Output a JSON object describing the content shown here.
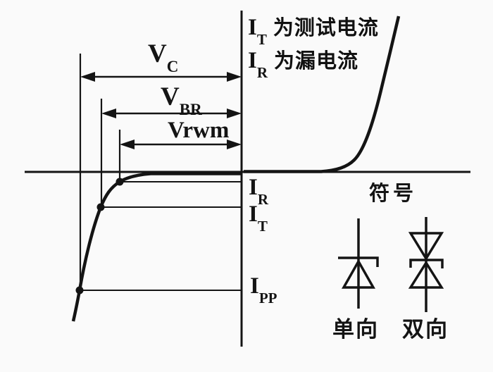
{
  "diagram": {
    "notes": {
      "test_current": {
        "main": "I",
        "sub": "T",
        "rest": "为测试电流"
      },
      "leak_current": {
        "main": "I",
        "sub": "R",
        "rest": "为漏电流"
      }
    },
    "voltage_labels": {
      "vc": {
        "main": "V",
        "sub": "C"
      },
      "vbr": {
        "main": "V",
        "sub": "BR"
      },
      "vrwm": {
        "main": "Vrwm"
      }
    },
    "current_labels": {
      "ir": {
        "main": "I",
        "sub": "R"
      },
      "it": {
        "main": "I",
        "sub": "T"
      },
      "ipp": {
        "main": "I",
        "sub": "PP"
      }
    },
    "symbols": {
      "title": "符号",
      "unidirectional_caption": "单向",
      "bidirectional_caption": "双向"
    },
    "colors": {
      "ink": "#141414",
      "background": "#fafafa"
    }
  }
}
